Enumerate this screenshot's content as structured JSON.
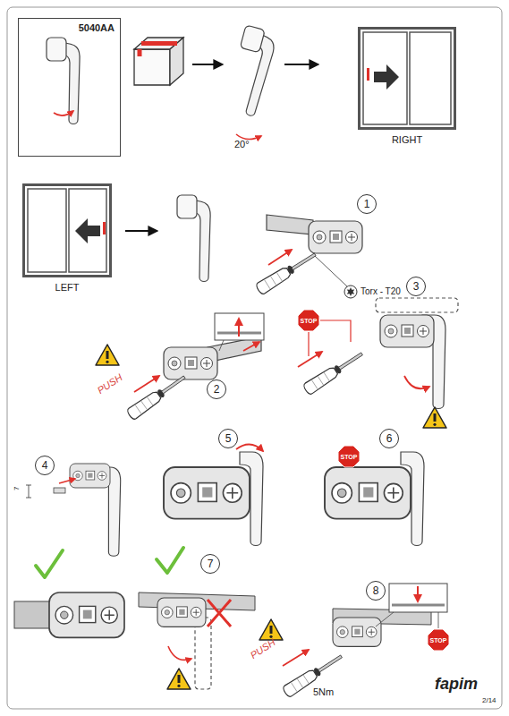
{
  "diagram": {
    "nodes": [
      {
        "text": [
          "5040AA"
        ]
      },
      {
        "text": [
          "RIGHT"
        ]
      },
      {
        "text": [
          "LEFT"
        ]
      },
      {
        "text": [
          "1"
        ]
      },
      {
        "text": [
          "2"
        ]
      },
      {
        "text": [
          "3"
        ]
      },
      {
        "text": [
          "STOP"
        ]
      },
      {
        "text": [
          "4"
        ]
      },
      {
        "text": [
          "5"
        ]
      },
      {
        "text": [
          "6"
        ]
      },
      {
        "text": [
          "STOP"
        ]
      },
      {
        "text": [
          "7"
        ]
      },
      {
        "text": [
          "8"
        ]
      },
      {
        "text": [
          "STOP"
        ]
      }
    ],
    "labels": [
      "20°",
      "Torx - T20",
      "PUSH",
      "7",
      "PUSH",
      "5Nm",
      "fapim",
      "2/14"
    ]
  }
}
